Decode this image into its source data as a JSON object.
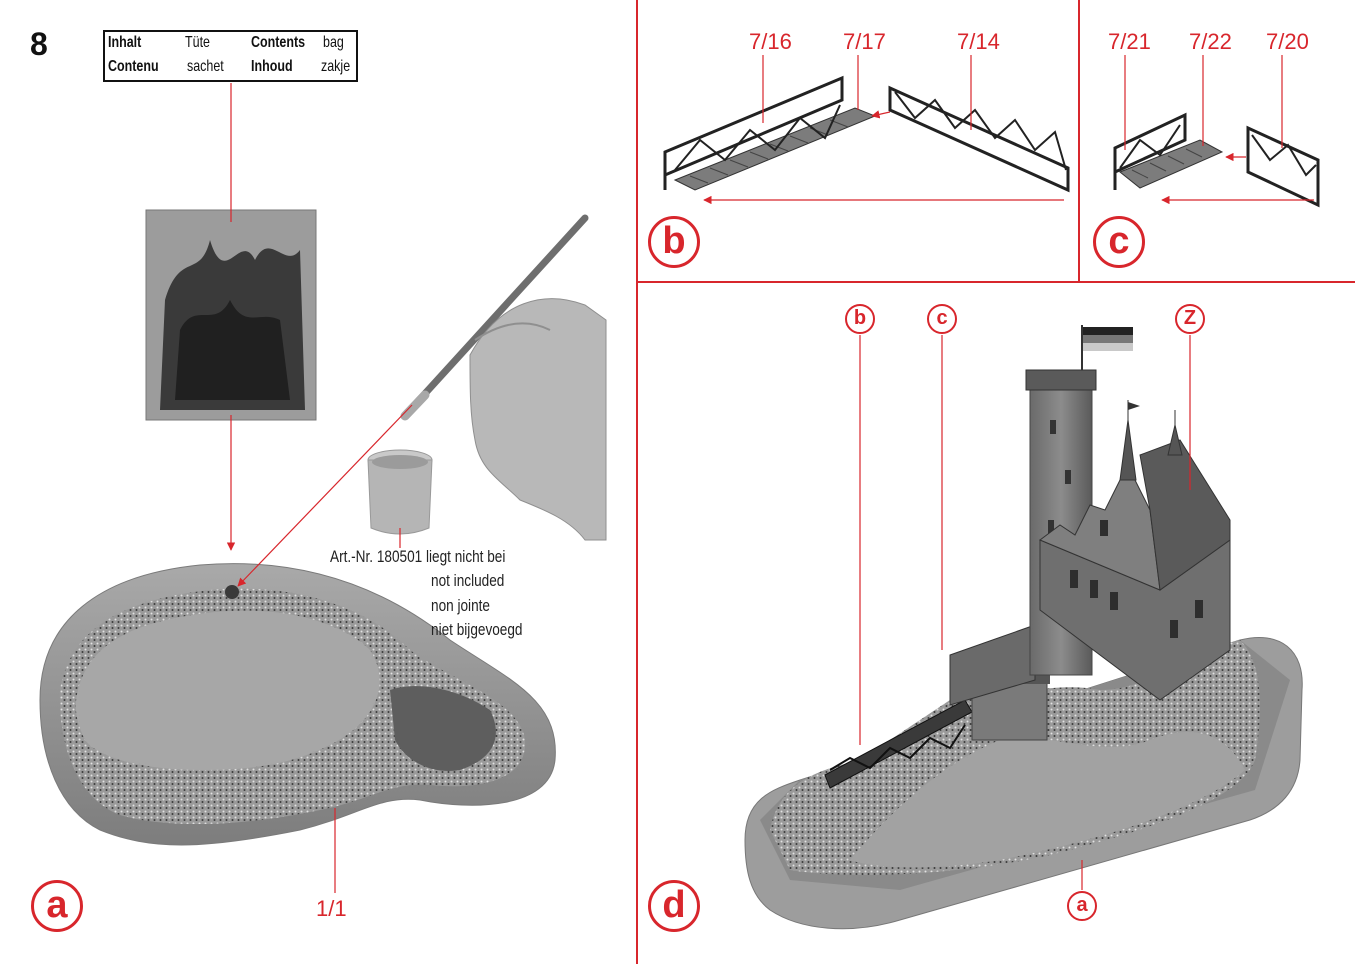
{
  "step": "8",
  "legend": {
    "row1": [
      "Inhalt",
      "Tüte",
      "Contents",
      "bag"
    ],
    "row2": [
      "Contenu",
      "sachet",
      "Inhoud",
      "zakje"
    ]
  },
  "note": {
    "line1": "Art.-Nr. 180501 liegt nicht bei",
    "line2": "not included",
    "line3": "non jointe",
    "line4": "niet bijgevoegd"
  },
  "panel_a": {
    "badge": "a",
    "part": "1/1"
  },
  "panel_b": {
    "badge": "b",
    "parts": [
      "7/16",
      "7/17",
      "7/14"
    ]
  },
  "panel_c": {
    "badge": "c",
    "parts": [
      "7/21",
      "7/22",
      "7/20"
    ]
  },
  "panel_d": {
    "badge": "d",
    "markers": [
      "b",
      "c",
      "Z",
      "a"
    ]
  },
  "colors": {
    "accent": "#d8262c",
    "line_art": "#111111",
    "grey": "#8a8a8a"
  }
}
